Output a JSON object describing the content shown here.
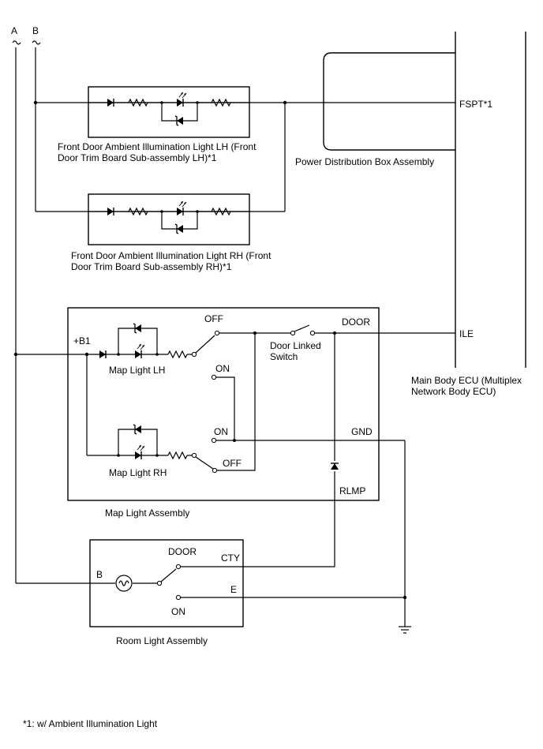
{
  "wires": {
    "a_label": "A",
    "b_label": "B"
  },
  "power_distribution": {
    "label": "Power Distribution Box Assembly"
  },
  "main_body_ecu": {
    "label_line1": "Main Body ECU (Multiplex",
    "label_line2": "Network Body ECU)",
    "pin_fspt": "FSPT*1",
    "pin_ile": "ILE"
  },
  "ambient_lh": {
    "label_line1": "Front Door Ambient Illumination Light LH (Front",
    "label_line2": "Door Trim Board Sub-assembly LH)*1"
  },
  "ambient_rh": {
    "label_line1": "Front Door Ambient Illumination Light RH (Front",
    "label_line2": "Door Trim Board Sub-assembly RH)*1"
  },
  "map_light": {
    "label": "Map Light Assembly",
    "pin_b1": "+B1",
    "pin_door": "DOOR",
    "pin_gnd": "GND",
    "pin_rlmp": "RLMP",
    "lh_label": "Map Light LH",
    "rh_label": "Map Light RH",
    "off_upper": "OFF",
    "on_upper": "ON",
    "on_lower": "ON",
    "off_lower": "OFF",
    "door_switch_line1": "Door Linked",
    "door_switch_line2": "Switch"
  },
  "room_light": {
    "label": "Room Light Assembly",
    "pin_b": "B",
    "pin_cty": "CTY",
    "pin_e": "E",
    "pos_door": "DOOR",
    "pos_on": "ON"
  },
  "footnote": "*1: w/ Ambient Illumination Light"
}
